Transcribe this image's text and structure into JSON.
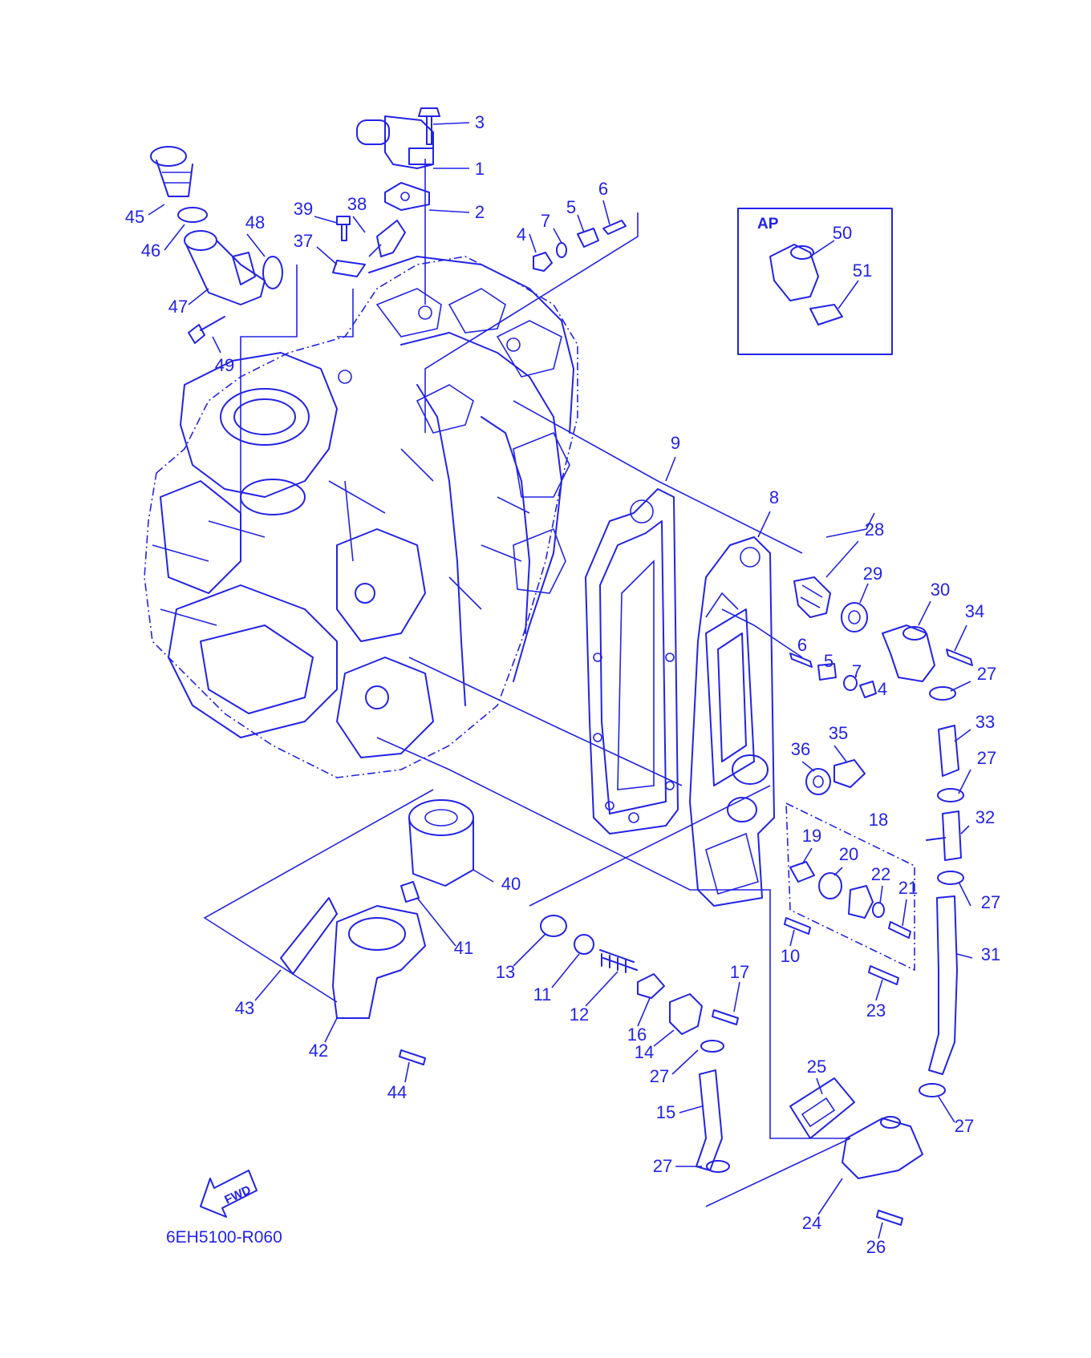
{
  "diagram": {
    "drawing_code": "6EH5100-R060",
    "inset_label": "AP",
    "direction_label": "FWD",
    "line_color": "#2323e6",
    "background_color": "#ffffff",
    "part_labels": {
      "p1": "1",
      "p2": "2",
      "p3": "3",
      "p4a": "4",
      "p4b": "4",
      "p5a": "5",
      "p5b": "5",
      "p6a": "6",
      "p6b": "6",
      "p7a": "7",
      "p7b": "7",
      "p8": "8",
      "p9": "9",
      "p10": "10",
      "p11": "11",
      "p12": "12",
      "p13": "13",
      "p14": "14",
      "p15": "15",
      "p16": "16",
      "p17": "17",
      "p18": "18",
      "p19": "19",
      "p20": "20",
      "p21": "21",
      "p22": "22",
      "p23": "23",
      "p24": "24",
      "p25": "25",
      "p26": "26",
      "p27a": "27",
      "p27b": "27",
      "p27c": "27",
      "p27d": "27",
      "p27e": "27",
      "p27f": "27",
      "p28": "28",
      "p29": "29",
      "p30": "30",
      "p31": "31",
      "p32": "32",
      "p33": "33",
      "p34": "34",
      "p35": "35",
      "p36": "36",
      "p37": "37",
      "p38": "38",
      "p39": "39",
      "p40": "40",
      "p41": "41",
      "p42": "42",
      "p43": "43",
      "p44": "44",
      "p45": "45",
      "p46": "46",
      "p47": "47",
      "p48": "48",
      "p49": "49",
      "p50": "50",
      "p51": "51"
    }
  }
}
